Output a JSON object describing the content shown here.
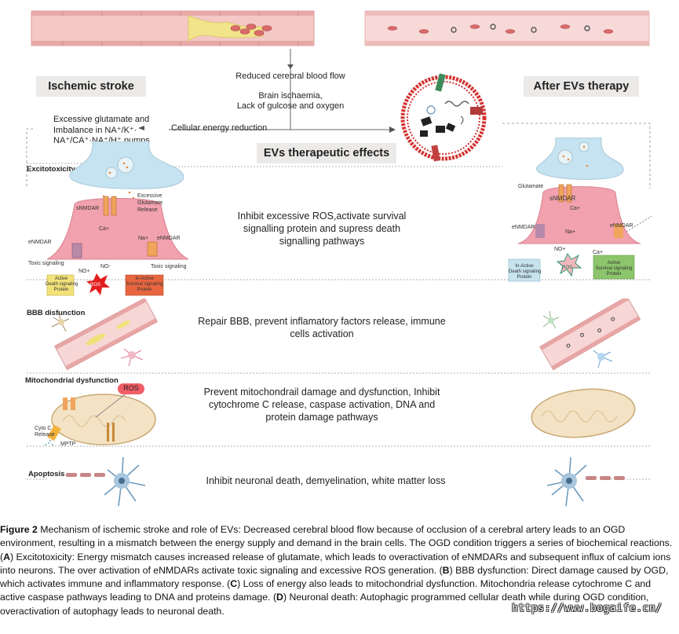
{
  "flow": {
    "reduced_flow": "Reduced cerebral blood flow",
    "ischaemia_line1": "Brain ischaemia,",
    "ischaemia_line2": "Lack of gulcose and oxygen",
    "energy_reduction": "Cellular energy reduction",
    "glutamate_line1": "Excessive glutamate and",
    "glutamate_line2": "Imbalance in NA⁺/K⁺·",
    "glutamate_line3": "NA⁺/CA⁺·NA⁺/H⁺ pumps"
  },
  "banners": {
    "left": "Ischemic stroke",
    "center": "EVs therapeutic effects",
    "right": "After EVs therapy"
  },
  "sections": [
    {
      "title": "Excitotoxicity",
      "effect": "Inhibit excessive ROS,activate survival signalling protein and  supress death signalling pathways"
    },
    {
      "title": "BBB disfunction",
      "effect": "Repair BBB, prevent inflamatory factors release, immune cells activation"
    },
    {
      "title": "Mitochondrial dysfunction",
      "effect": "Prevent mitochondrail damage and dysfunction, Inhibit cytochrome C release, caspase activation, DNA and protein damage pathways"
    },
    {
      "title": "Apoptosis",
      "effect": "Inhibit neuronal death, demyelination,  white matter loss"
    }
  ],
  "left_labels": {
    "snmdar": "sNMDAR",
    "excessive1": "Excessive",
    "excessive2": "Glutamate",
    "excessive3": "Release",
    "ca": "Ca+",
    "na": "Na+",
    "no_minus": "NO-",
    "no_plus": "NO+",
    "enmdar_l": "eNMDAR",
    "enmdar_r": "eNMDAR",
    "toxic_l": "Toxic signaling",
    "toxic_r": "Toxic signaling",
    "active_death1": "Active",
    "active_death2": "Death signaling",
    "active_death3": "Protein",
    "inactive_surv1": "In-Active",
    "inactive_surv2": "Survival signaling",
    "inactive_surv3": "Protein",
    "ros_small": "ROS",
    "ros_mito": "ROS",
    "cyto1": "Cyto C",
    "cyto2": "Release",
    "mptp": "MPTP"
  },
  "right_labels": {
    "glutamate": "Glutamate",
    "snmdar": "sNMDAR",
    "ca": "Ca+",
    "ca2": "Ca+",
    "na": "Na+",
    "no_plus": "NO+",
    "enmdar_l": "eNMDAR",
    "enmdar_r": "eNMDAR",
    "inactive_death1": "In-Active",
    "inactive_death2": "Death signaling",
    "inactive_death3": "Protein",
    "active_surv1": "Active",
    "active_surv2": "Survival signaling",
    "active_surv3": "Protein",
    "ros": "ROS"
  },
  "caption": {
    "label": "Figure 2",
    "s0": "  Mechanism of ischemic stroke and role of EVs: Decreased cerebral blood flow because of occlusion of a cerebral artery leads to an OGD environment, resulting in a mismatch between the energy supply and demand in the brain cells. The OGD condition triggers a series of biochemical reactions. (",
    "a": "A",
    "s1": ") Excitotoxicity: Energy mismatch causes increased release of glutamate, which leads to overactivation of eNMDARs and subsequent influx of calcium ions into neurons. The over activation of eNMDARs activate toxic signaling and excessive ROS generation. (",
    "b": "B",
    "s2": ") BBB dysfunction: Direct damage caused by OGD, which activates immune and inflammatory response. (",
    "c": "C",
    "s3": ") Loss of energy also leads to mitochondrial dysfunction. Mitochondria release cytochrome C and active caspase pathways leading to DNA and proteins damage. (",
    "d": "D",
    "s4": ") Neuronal death: Autophagic programmed cellular death while during OGD condition, overactivation of autophagy leads to neuronal death."
  },
  "watermark": "https://www.bogaife.cn/",
  "colors": {
    "vessel": "#e9b6b4",
    "banner": "#eceae8",
    "synapse_top": "#bfe0ef",
    "synapse_bottom": "#f1a2ae",
    "receptor": "#f0a45c",
    "membrane": "#cc2828"
  }
}
